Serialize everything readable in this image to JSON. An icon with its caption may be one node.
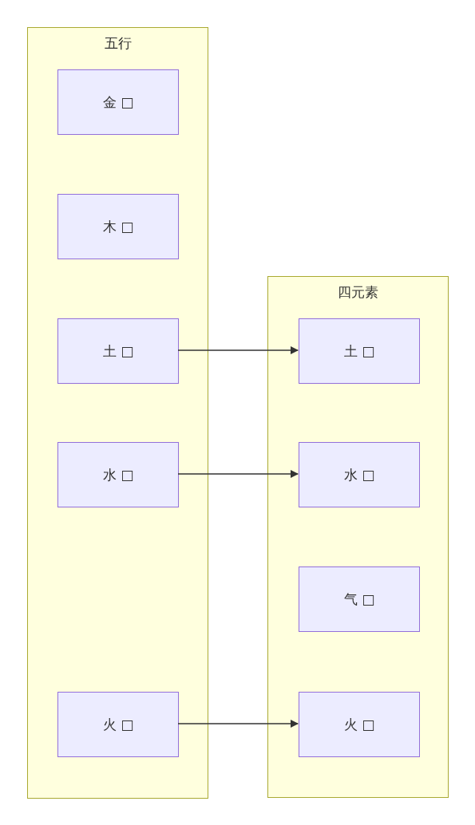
{
  "diagram": {
    "nodes": [
      {
        "text": [
          "五行"
        ]
      },
      {
        "text": [
          "金 □"
        ],
        "in": 0
      },
      {
        "text": [
          "木 □"
        ],
        "in": 0
      },
      {
        "text": [
          "土 □"
        ],
        "in": 0
      },
      {
        "text": [
          "水 □"
        ],
        "in": 0
      },
      {
        "text": [
          "火 □"
        ],
        "in": 0
      },
      {
        "text": [
          "四元素"
        ]
      },
      {
        "text": [
          "土 □"
        ],
        "in": 6
      },
      {
        "text": [
          "水 □"
        ],
        "in": 6
      },
      {
        "text": [
          "气 □"
        ],
        "in": 6
      },
      {
        "text": [
          "火 □"
        ],
        "in": 6
      }
    ],
    "edges": [
      {
        "from": 3,
        "to": 7,
        "arrow": "to"
      },
      {
        "from": 4,
        "to": 8,
        "arrow": "to"
      },
      {
        "from": 5,
        "to": 10,
        "arrow": "to"
      }
    ]
  }
}
